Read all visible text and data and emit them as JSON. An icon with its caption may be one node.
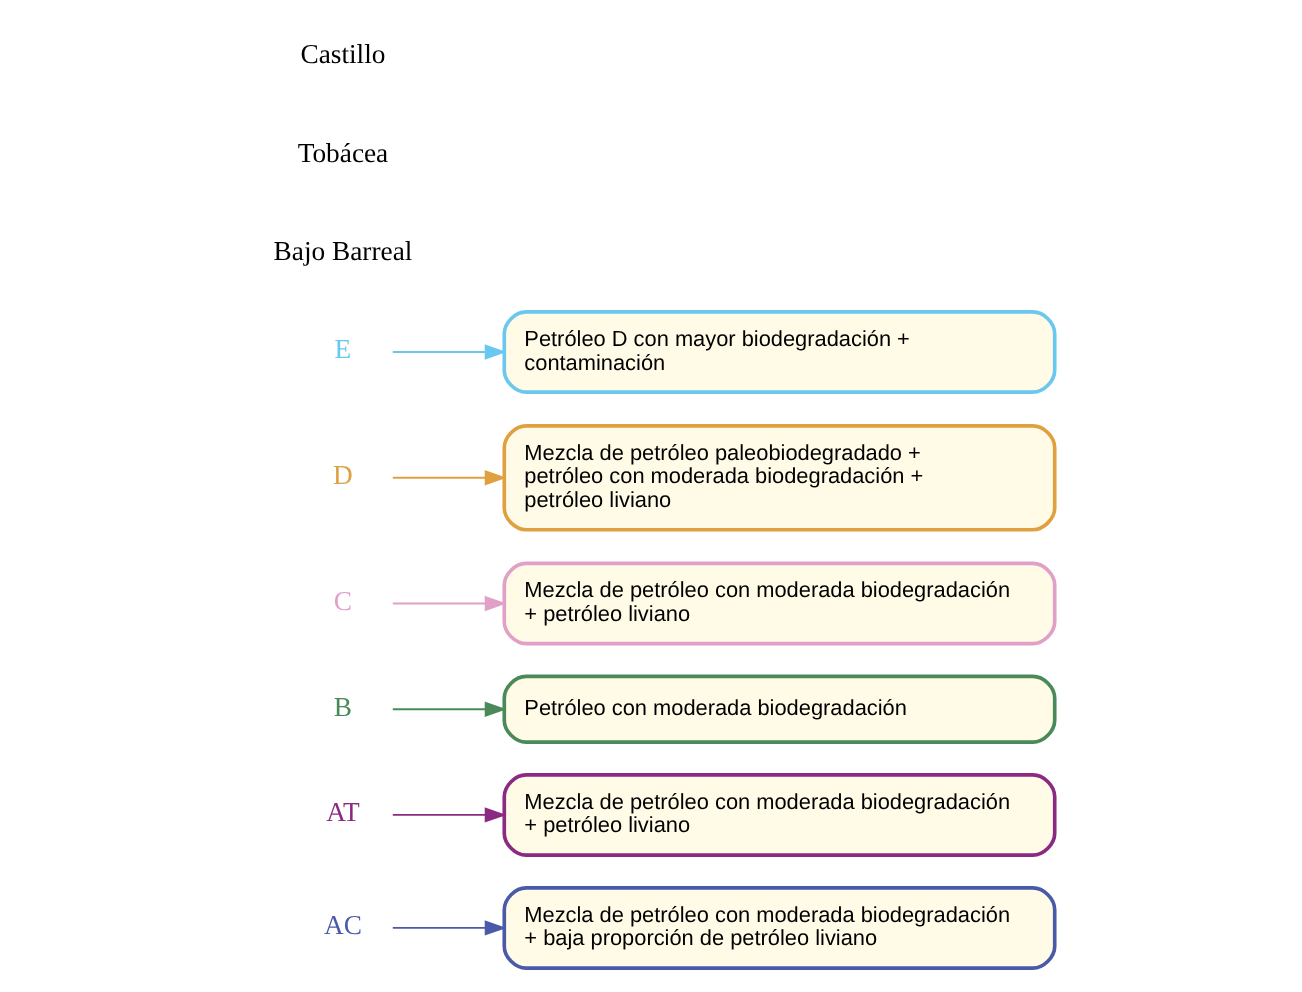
{
  "diagram": {
    "nodes": [
      {
        "text": [
          "AC"
        ]
      },
      {
        "text": [
          "Mezcla de petróleo con moderada biodegradación + baja proporción de petróleo liviano"
        ]
      },
      {
        "text": [
          "AT"
        ]
      },
      {
        "text": [
          "Mezcla de petróleo con moderada biodegradación + petróleo liviano"
        ]
      },
      {
        "text": [
          "B"
        ]
      },
      {
        "text": [
          "Petróleo con moderada biodegradación"
        ]
      },
      {
        "text": [
          "C"
        ]
      },
      {
        "text": [
          "Mezcla de petróleo con moderada biodegradación + petróleo liviano"
        ]
      },
      {
        "text": [
          "D"
        ]
      },
      {
        "text": [
          "Mezcla de petróleo paleobiodegradado + petróleo con moderada biodegradación + petróleo liviano"
        ]
      },
      {
        "text": [
          "E"
        ]
      },
      {
        "text": [
          "Petróleo D con mayor biodegradación + contaminación"
        ]
      }
    ],
    "edges": [
      {
        "from": 0,
        "to": 1,
        "arrow": "to",
        "color": "#4a5aa8"
      },
      {
        "from": 2,
        "to": 3,
        "arrow": "to",
        "color": "#8b2a82"
      },
      {
        "from": 4,
        "to": 5,
        "arrow": "to",
        "color": "#4a8a5a"
      },
      {
        "from": 6,
        "to": 7,
        "arrow": "to",
        "color": "#e0a0c8"
      },
      {
        "from": 8,
        "to": 9,
        "arrow": "to",
        "color": "#e0a040"
      },
      {
        "from": 10,
        "to": 11,
        "arrow": "to",
        "color": "#6ac8f0"
      }
    ],
    "labels": [
      "Castillo",
      "Tobácea",
      "Bajo Barreal"
    ]
  }
}
